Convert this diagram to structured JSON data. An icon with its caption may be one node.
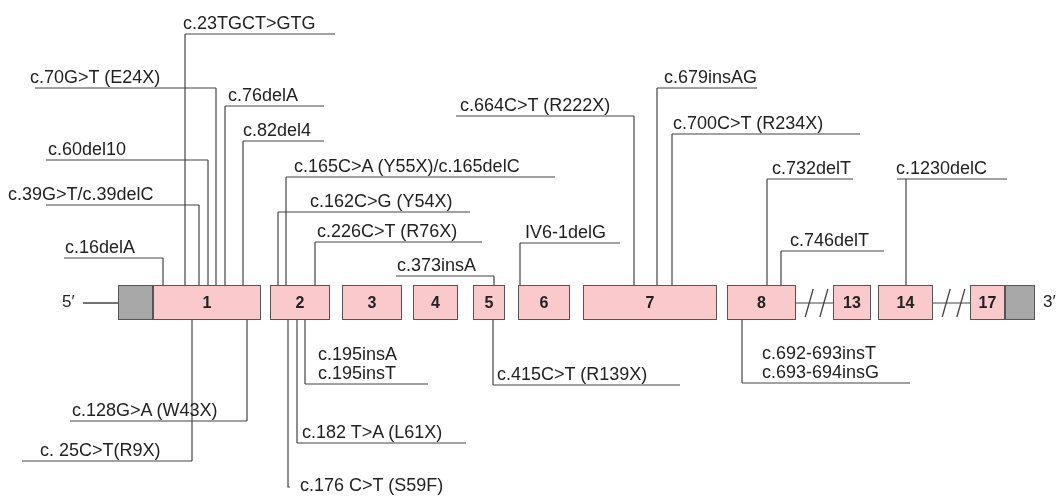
{
  "diagram": {
    "nodes": [
      {
        "text": [],
        "shape": "box"
      },
      {
        "text": [
          "1"
        ]
      },
      {
        "text": [
          "2"
        ]
      },
      {
        "text": [
          "3"
        ]
      },
      {
        "text": [
          "4"
        ]
      },
      {
        "text": [
          "5"
        ]
      },
      {
        "text": [
          "6"
        ]
      },
      {
        "text": [
          "7"
        ]
      },
      {
        "text": [
          "8"
        ]
      },
      {
        "text": [
          "13"
        ]
      },
      {
        "text": [
          "14"
        ]
      },
      {
        "text": [
          "17"
        ]
      },
      {
        "text": [],
        "shape": "box"
      },
      {
        "text": [
          "c.23TGCT>GTG"
        ]
      },
      {
        "text": [
          "c.70G>T (E24X)"
        ]
      },
      {
        "text": [
          "c.76delA"
        ]
      },
      {
        "text": [
          "c.82del4"
        ]
      },
      {
        "text": [
          "c.60del10"
        ]
      },
      {
        "text": [
          "c.39G>T/c.39delC"
        ]
      },
      {
        "text": [
          "c.16delA"
        ]
      },
      {
        "text": [
          "c.165C>A (Y55X)/c.165delC"
        ]
      },
      {
        "text": [
          "c.162C>G (Y54X)"
        ]
      },
      {
        "text": [
          "c.226C>T (R76X)"
        ]
      },
      {
        "text": [
          "c.373insA"
        ]
      },
      {
        "text": [
          "IV6-1delG"
        ]
      },
      {
        "text": [
          "c.664C>T (R222X)"
        ]
      },
      {
        "text": [
          "c.679insAG"
        ]
      },
      {
        "text": [
          "c.700C>T (R234X)"
        ]
      },
      {
        "text": [
          "c.732delT"
        ]
      },
      {
        "text": [
          "c.746delT"
        ]
      },
      {
        "text": [
          "c.1230delC"
        ]
      },
      {
        "text": [
          "c.195insA",
          "c.195insT"
        ]
      },
      {
        "text": [
          "c.415C>T (R139X)"
        ]
      },
      {
        "text": [
          "c.692-693insT",
          "c.693-694insG"
        ]
      },
      {
        "text": [
          "c.128G>A (W43X)"
        ]
      },
      {
        "text": [
          "c.182 T>A (L61X)"
        ]
      },
      {
        "text": [
          "c. 25C>T(R9X)"
        ]
      },
      {
        "text": [
          "c.176 C>T (S59F)"
        ]
      }
    ],
    "edges": [
      {
        "from": 13,
        "to": 1,
        "arrow": "none"
      },
      {
        "from": 14,
        "to": 1,
        "arrow": "none"
      },
      {
        "from": 15,
        "to": 1,
        "arrow": "none"
      },
      {
        "from": 16,
        "to": 1,
        "arrow": "none"
      },
      {
        "from": 17,
        "to": 1,
        "arrow": "none"
      },
      {
        "from": 18,
        "to": 1,
        "arrow": "none"
      },
      {
        "from": 19,
        "to": 1,
        "arrow": "none"
      },
      {
        "from": 20,
        "to": 2,
        "arrow": "none"
      },
      {
        "from": 21,
        "to": 2,
        "arrow": "none"
      },
      {
        "from": 22,
        "to": 2,
        "arrow": "none"
      },
      {
        "from": 23,
        "to": 5,
        "arrow": "none"
      },
      {
        "from": 24,
        "to": 6,
        "arrow": "none"
      },
      {
        "from": 25,
        "to": 7,
        "arrow": "none"
      },
      {
        "from": 26,
        "to": 7,
        "arrow": "none"
      },
      {
        "from": 27,
        "to": 7,
        "arrow": "none"
      },
      {
        "from": 28,
        "to": 8,
        "arrow": "none"
      },
      {
        "from": 29,
        "to": 8,
        "arrow": "none"
      },
      {
        "from": 30,
        "to": 10,
        "arrow": "none"
      },
      {
        "from": 31,
        "to": 2,
        "arrow": "none"
      },
      {
        "from": 32,
        "to": 5,
        "arrow": "none"
      },
      {
        "from": 33,
        "to": 8,
        "arrow": "none"
      },
      {
        "from": 34,
        "to": 1,
        "arrow": "none"
      },
      {
        "from": 35,
        "to": 2,
        "arrow": "none"
      },
      {
        "from": 36,
        "to": 1,
        "arrow": "none"
      },
      {
        "from": 37,
        "to": 2,
        "arrow": "none"
      },
      {
        "from": 8,
        "to": 9,
        "arrow": "none"
      },
      {
        "from": 10,
        "to": 11,
        "arrow": "none"
      }
    ],
    "labels": [
      "5′",
      "3′"
    ]
  }
}
